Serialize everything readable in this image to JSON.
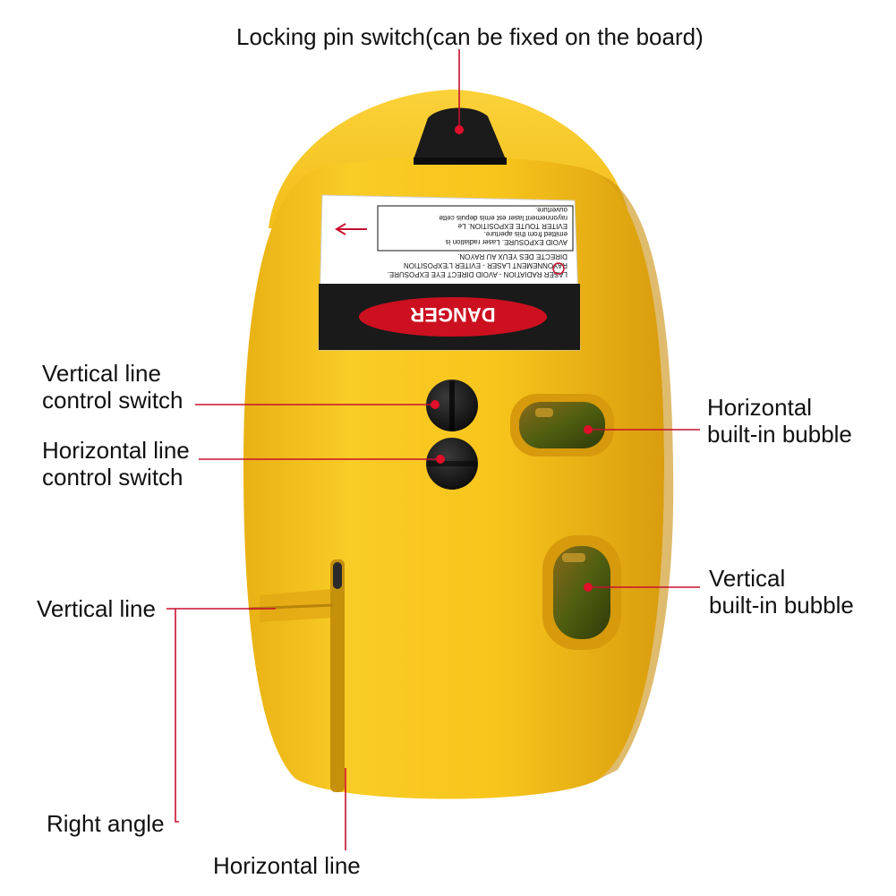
{
  "labels": {
    "locking_pin": "Locking pin switch(can be fixed on the board)",
    "vertical_switch_1": "Vertical line",
    "vertical_switch_2": "control switch",
    "horizontal_switch_1": "Horizontal line",
    "horizontal_switch_2": "control switch",
    "horizontal_bubble_1": "Horizontal",
    "horizontal_bubble_2": "built-in bubble",
    "vertical_bubble_1": "Vertical",
    "vertical_bubble_2": "built-in bubble",
    "vertical_line": "Vertical line",
    "right_angle": "Right angle",
    "horizontal_line": "Horizontal line"
  },
  "warning_sticker": {
    "danger": "DANGER",
    "english_1": "LASER RADIATION - AVOID DIRECT EYE EXPOSURE.",
    "french_1": "RAYONNEMENT LASER - EVITER L'EXPOSITION",
    "french_2": "DIRECTE DES YEUX AU RAYON.",
    "box_1": "AVOID EXPOSURE. Laser radiation is",
    "box_2": "emitted from this aperture.",
    "box_3": "EVITER TOUTE EXPOSITION. Le",
    "box_4": "rayonnement laser est emis depuis cette",
    "box_5": "ouverture."
  },
  "colors": {
    "body": "#f7c51d",
    "body_shadow": "#e0a812",
    "leader": "#c8102e",
    "dot": "#e0102a",
    "knob": "#1a1a1a",
    "bubble_glass": "#5a6a12"
  }
}
